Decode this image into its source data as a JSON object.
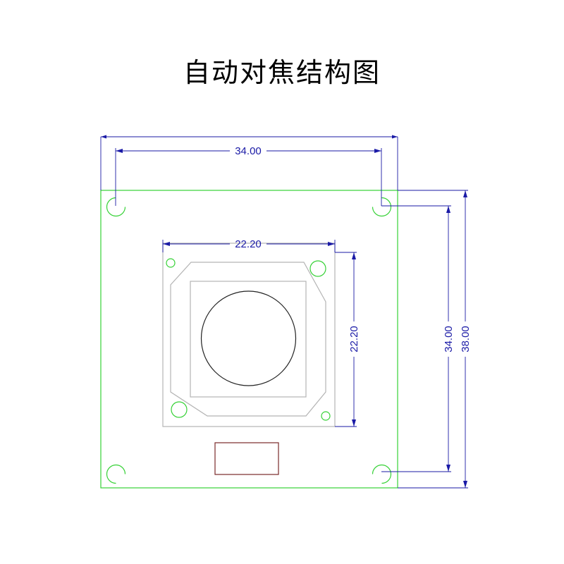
{
  "title": "自动对焦结构图",
  "dimensions": {
    "hole_spacing_h": "34.00",
    "sensor_width": "22.20",
    "sensor_height": "22.20",
    "hole_spacing_v": "34.00",
    "board_height": "38.00"
  },
  "colors": {
    "board_outline": "#35d135",
    "dimension": "#1a1aa6",
    "holder_outline": "#b3b3b3",
    "lens": "#222222",
    "connector": "#7a2a2a"
  }
}
